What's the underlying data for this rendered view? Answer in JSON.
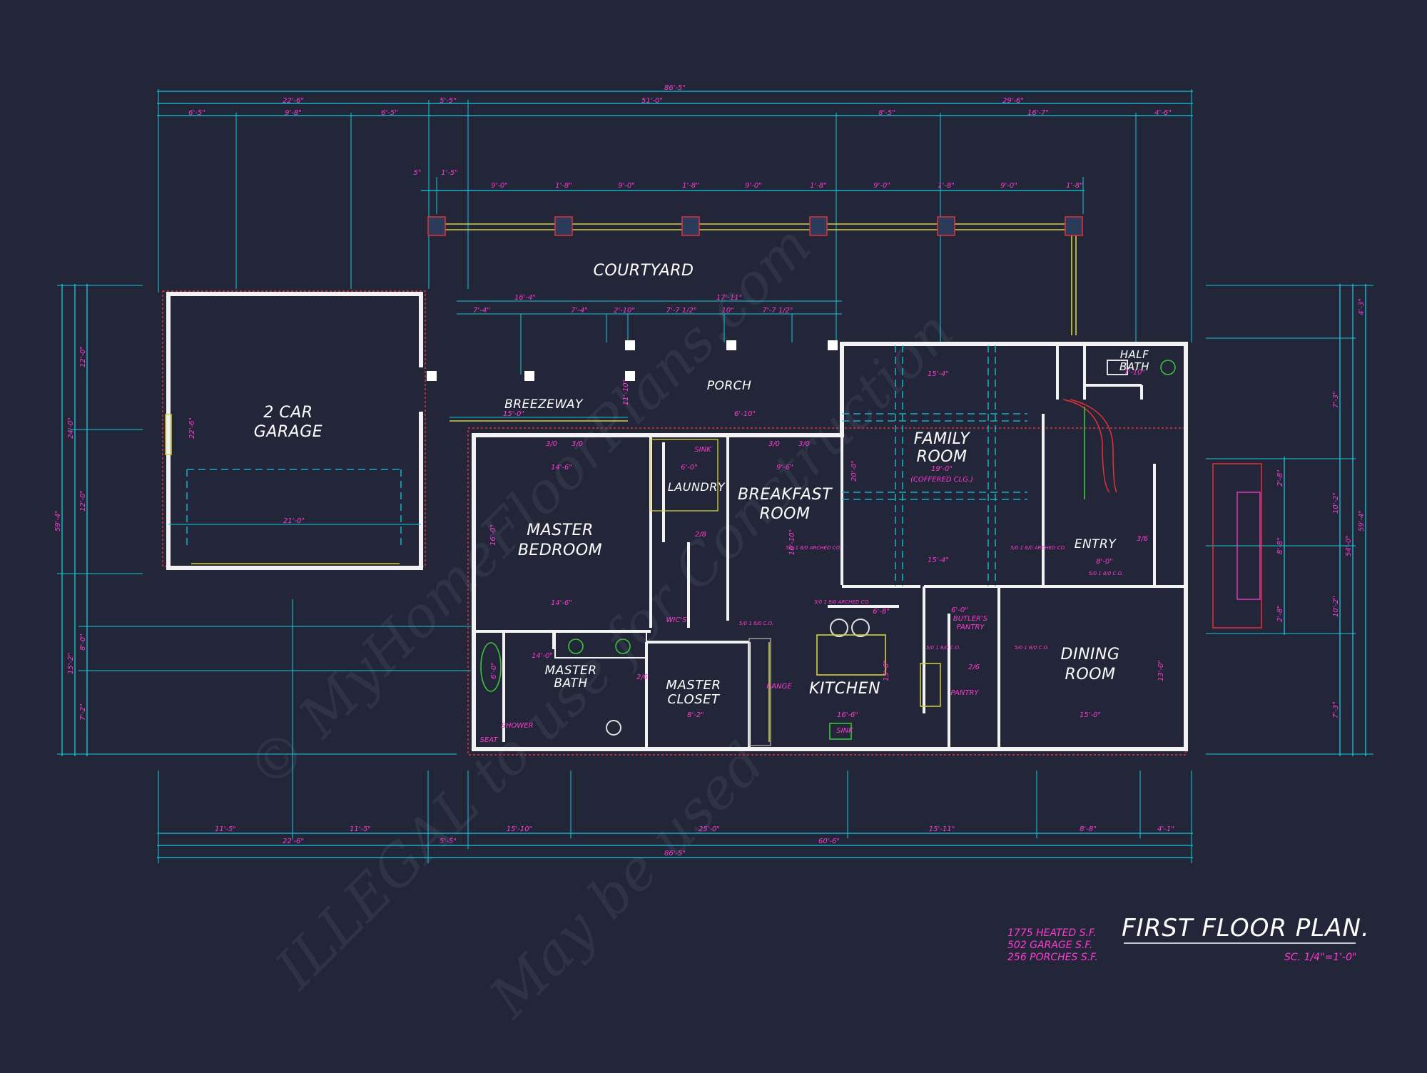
{
  "plan": {
    "title": "FIRST FLOOR PLAN.",
    "scale": "SC. 1/4\"=1'-0\"",
    "areas": [
      "1775 HEATED S.F.",
      "502 GARAGE S.F.",
      "256 PORCHES S.F."
    ]
  },
  "watermark": {
    "line1": "© MyHomeFloorPlans.com",
    "line2": "ILLEGAL to use for Construction",
    "line3": "May be used"
  },
  "rooms": {
    "courtyard": "COURTYARD",
    "garage_line1": "2 CAR",
    "garage_line2": "GARAGE",
    "breezeway": "BREEZEWAY",
    "porch": "PORCH",
    "master_bedroom_line1": "MASTER",
    "master_bedroom_line2": "BEDROOM",
    "laundry": "LAUNDRY",
    "breakfast_line1": "BREAKFAST",
    "breakfast_line2": "ROOM",
    "family_line1": "FAMILY",
    "family_line2": "ROOM",
    "family_note": "(COFFERED CLG.)",
    "half_bath_line1": "HALF",
    "half_bath_line2": "BATH",
    "entry": "ENTRY",
    "master_bath_line1": "MASTER",
    "master_bath_line2": "BATH",
    "master_closet_line1": "MASTER",
    "master_closet_line2": "CLOSET",
    "kitchen": "KITCHEN",
    "dining_line1": "DINING",
    "dining_line2": "ROOM",
    "butlers_pantry_line1": "BUTLER'S",
    "butlers_pantry_line2": "PANTRY",
    "pantry": "PANTRY",
    "wics": "WIC'S",
    "shower": "SHOWER",
    "seat": "SEAT",
    "sink": "SINK",
    "range": "RANGE"
  },
  "dimensions": {
    "top_overall": "86'-5\"",
    "top_garage": "22'-6\"",
    "top_gap": "5'-5\"",
    "top_center": "51'-0\"",
    "top_right": "29'-6\"",
    "top_g1": "6'-5\"",
    "top_g2": "9'-8\"",
    "top_g3": "6'-5\"",
    "top_r1": "8'-5\"",
    "top_r2": "16'-7\"",
    "top_r3": "4'-6\"",
    "pergola_a": "9'-0\"",
    "pergola_b": "1'-8\"",
    "pergola_c": "5\"",
    "pergola_d": "1'-5\"",
    "bottom_overall": "86'-5\"",
    "bottom_garage": "22'-6\"",
    "bottom_g1": "11'-5\"",
    "bottom_g2": "11'-5\"",
    "bottom_gap": "5'-5\"",
    "bottom_house": "60'-6\"",
    "bottom_b1": "15'-10\"",
    "bottom_b2": "25'-0\"",
    "bottom_b3": "15'-11\"",
    "bottom_b4": "8'-8\"",
    "bottom_b5": "4'-1\"",
    "left_overall": "59'-4\"",
    "left_garage": "24'-0\"",
    "left_g1": "12'-0\"",
    "left_g2": "12'-0\"",
    "left_bot": "15'-2\"",
    "left_b1": "8'-0\"",
    "left_b2": "7'-2\"",
    "right_overall": "59'-4\"",
    "right_a": "4'-3\"",
    "right_b": "54'-0\"",
    "right_c1": "7'-3\"",
    "right_c2": "10'-2\"",
    "right_c3": "10'-2\"",
    "right_c4": "7'-3\"",
    "right_d1": "2'-8\"",
    "right_d2": "8'-8\"",
    "right_d3": "2'-8\"",
    "garage_w": "22'-6\"",
    "garage_door": "21'-0\"",
    "mb_w": "14'-6\"",
    "mb_w2": "14'-6\"",
    "mb_h": "16'-0\"",
    "laundry_w": "6'-0\"",
    "bk_w": "9'-6\"",
    "bk_h": "16'-10\"",
    "fam_w": "15'-4\"",
    "fam_w2": "15'-4\"",
    "fam_h": "19'-0\"",
    "fam_h2": "20'-0\"",
    "entry_w": "8'-0\"",
    "dining_w": "15'-0\"",
    "dining_h": "13'-0\"",
    "kitchen_w": "16'-6\"",
    "kitchen_h": "13'-0\"",
    "mc_w": "8'-2\"",
    "mbath_w": "14'-0\"",
    "mbath_h": "6'-0\"",
    "court_a": "16'-4\"",
    "court_b": "17'-11\"",
    "court_c": "7'-4\"",
    "court_d": "7'-4\"",
    "court_e": "7'-7 1/2\"",
    "court_f": "7'-7 1/2\"",
    "court_g": "2'-10\"",
    "court_h": "10\"",
    "porch_w": "6'-10\"",
    "porch_h": "11'-10\"",
    "bw_w": "15'-0\"",
    "hb_w": "7'-10\"",
    "kit_b": "6'-8\"",
    "bp_w": "6'-0\"",
    "door_a": "5/0 1 8/0 ARCHED CO.",
    "door_b": "5/0 1 8/0 C.O.",
    "door_c": "3/0",
    "door_d": "2/6",
    "door_e": "2/8",
    "door_f": "3/6"
  }
}
